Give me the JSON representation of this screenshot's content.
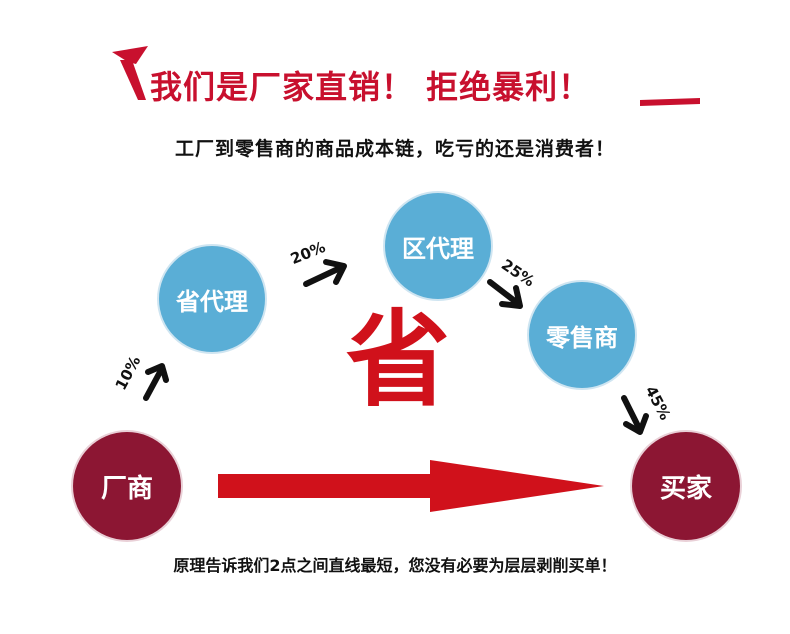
{
  "headline": "我们是厂家直销！ 拒绝暴利！",
  "subtitle": "工厂到零售商的商品成本链，吃亏的还是消费者！",
  "nodes": {
    "factory": "厂商",
    "province": "省代理",
    "district": "区代理",
    "retailer": "零售商",
    "buyer": "买家"
  },
  "percentages": {
    "factory_to_province": "10%",
    "province_to_district": "20%",
    "district_to_retailer": "25%",
    "retailer_to_buyer": "45%"
  },
  "center_label": "省",
  "footer": "原理告诉我们2点之间直线最短，您没有必要为层层剥削买单！",
  "colors": {
    "accent_red": "#d0111b",
    "headline_red": "#c8102e",
    "node_blue": "#5aaed6",
    "node_maroon": "#8c1633"
  }
}
